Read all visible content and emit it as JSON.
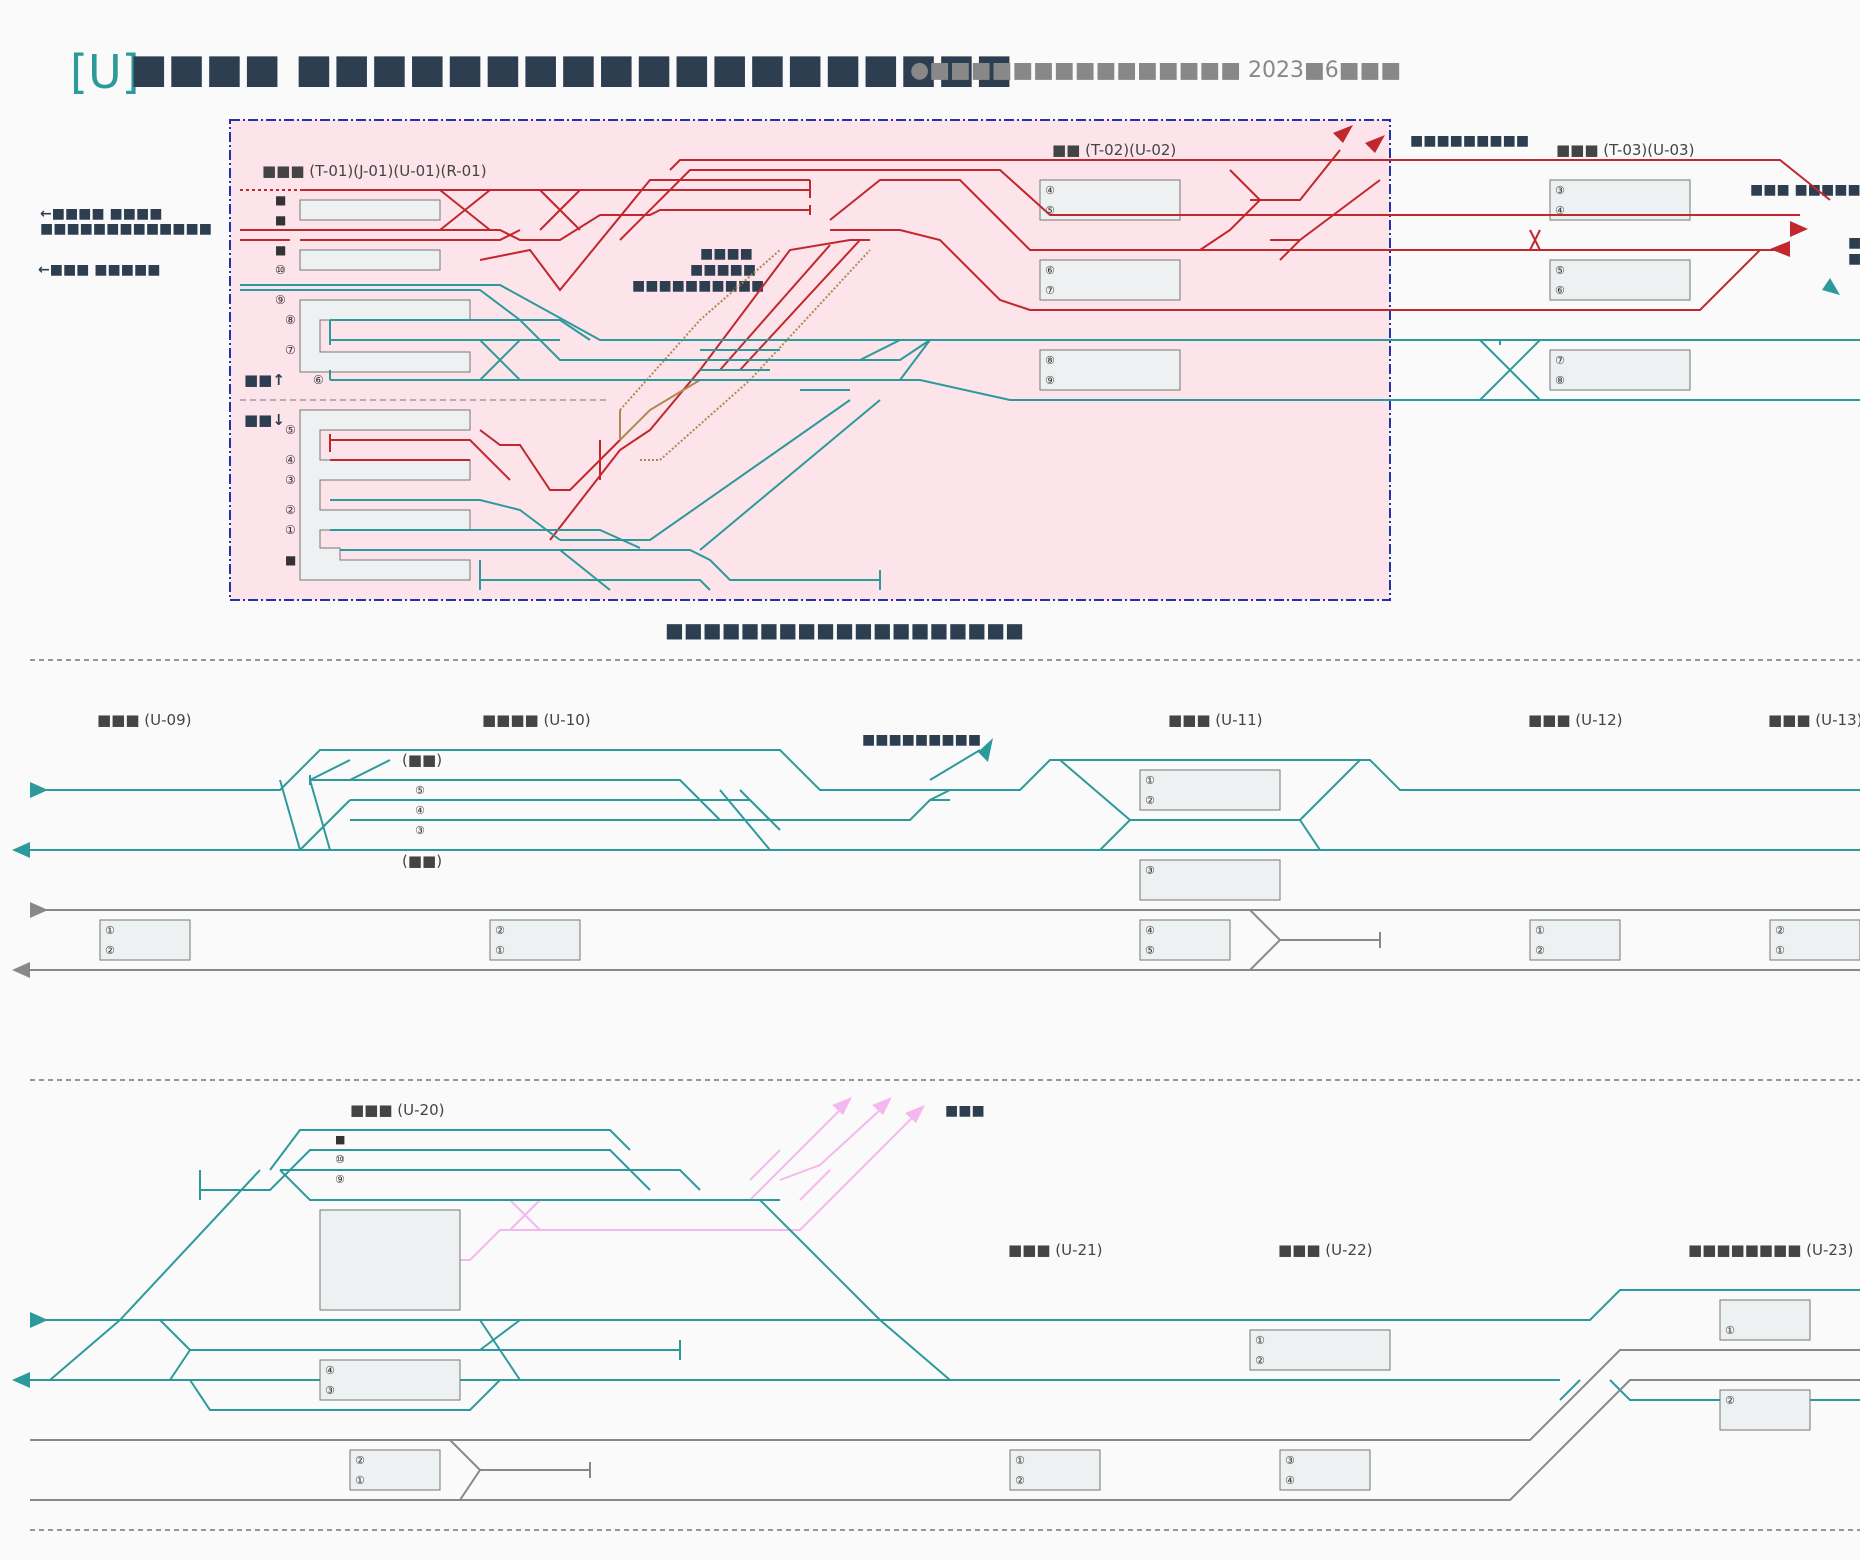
{
  "header": {
    "logo": "[U]",
    "title": "■■■■ ■■■■■■■■■■■■■■■■■■■",
    "date_line": "●■■■■■■■■■■■■■■■ 2023■6■■■"
  },
  "colors": {
    "teal": "#2c9a9a",
    "red": "#c1272d",
    "gray": "#888888",
    "tan": "#b08850",
    "pink": "#f5b8ee",
    "highlight_fill": "#fde3ea",
    "highlight_border": "#2233aa",
    "platform_fill": "#eef1f1",
    "label_block": "#2d3e50"
  },
  "section1": {
    "highlight_caption": "■■■■■■■■■■■■■■■■■■■",
    "terminal_label": "■■■ (T-01)(J-01)(U-01)(R-01)",
    "station2_label": "■■ (T-02)(U-02)",
    "station3_label": "■■■ (T-03)(U-03)",
    "left_dest1a": "←■■■■ ■■■■",
    "left_dest1b": "■■■■■■■■■■■■■",
    "left_dest2": "←■■■ ■■■■■",
    "up_label": "■■↑",
    "down_label": "■■↓",
    "mid_note1": "■■■■",
    "mid_note2": "■■■■■",
    "mid_note3": "■■■■■■■■■■",
    "top_right_note": "■■■■■■■■■",
    "right_dest": "■■■ ■■■■■",
    "right_edge_1": "■",
    "right_edge_2": "■",
    "terminal_platforms_upper": [
      "■",
      "■",
      "■",
      "⑩",
      "⑨",
      "⑧",
      "⑦",
      "⑥"
    ],
    "terminal_platforms_lower": [
      "⑤",
      "④",
      "③",
      "②",
      "①",
      "■"
    ],
    "station2_platforms": [
      [
        "④",
        "⑤"
      ],
      [
        "⑥",
        "⑦"
      ],
      [
        "⑧",
        "⑨"
      ]
    ],
    "station3_platforms": [
      [
        "③",
        "④"
      ],
      [
        "⑤",
        "⑥"
      ],
      [
        "⑦",
        "⑧"
      ]
    ]
  },
  "section2": {
    "u09": "■■■ (U-09)",
    "u10": "■■■■ (U-10)",
    "u10_upper_note": "(■■)",
    "u10_lower_note": "(■■)",
    "u10_platforms": [
      "⑤",
      "④",
      "③"
    ],
    "depot_note": "■■■■■■■■■",
    "u11": "■■■ (U-11)",
    "u12": "■■■ (U-12)",
    "u13": "■■■ (U-13)",
    "u09_platforms": [
      "①",
      "②"
    ],
    "u10_gray_platforms": [
      "②",
      "①"
    ],
    "u11_platforms_a": [
      "①",
      "②"
    ],
    "u11_platforms_b": [
      "③"
    ],
    "u11_platforms_c": [
      "④",
      "⑤"
    ],
    "u12_platforms": [
      "①",
      "②"
    ],
    "u13_platforms": [
      "②",
      "①"
    ]
  },
  "section3": {
    "u20": "■■■ (U-20)",
    "u20_platforms": [
      "■",
      "⑩",
      "⑨"
    ],
    "u20_lower_platforms": [
      "④",
      "③"
    ],
    "u20_gray_platforms": [
      "②",
      "①"
    ],
    "pink_note": "■■■",
    "u21": "■■■ (U-21)",
    "u21_platforms": [
      "①",
      "②"
    ],
    "u22": "■■■ (U-22)",
    "u22_platforms": [
      "①",
      "②"
    ],
    "u22_gray_platforms": [
      "③",
      "④"
    ],
    "u23": "■■■■■■■■ (U-23)",
    "u23_platforms_a": [
      "①"
    ],
    "u23_platforms_b": [
      "②"
    ]
  }
}
